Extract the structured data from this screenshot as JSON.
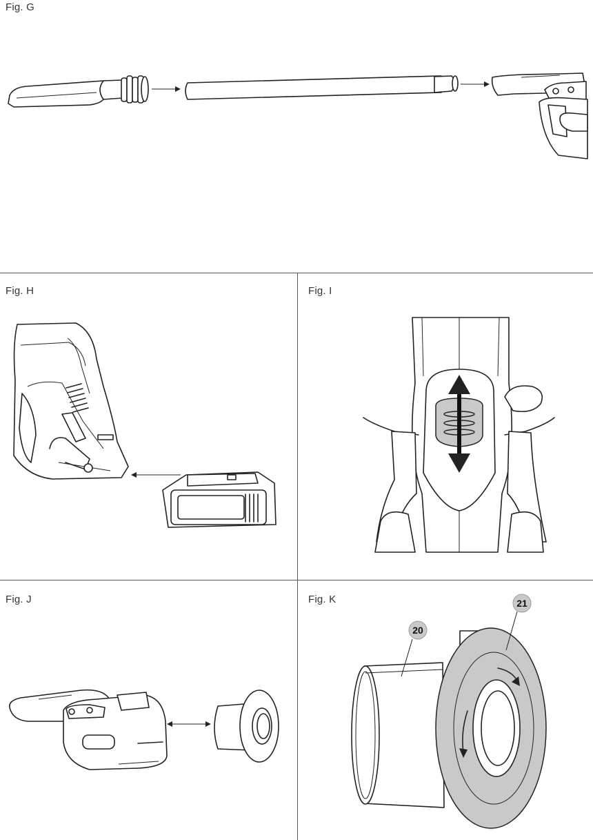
{
  "figures": {
    "g": {
      "label": "Fig. G"
    },
    "h": {
      "label": "Fig. H"
    },
    "i": {
      "label": "Fig. I"
    },
    "j": {
      "label": "Fig. J"
    },
    "k": {
      "label": "Fig. K",
      "callouts": [
        "20",
        "21"
      ]
    }
  }
}
